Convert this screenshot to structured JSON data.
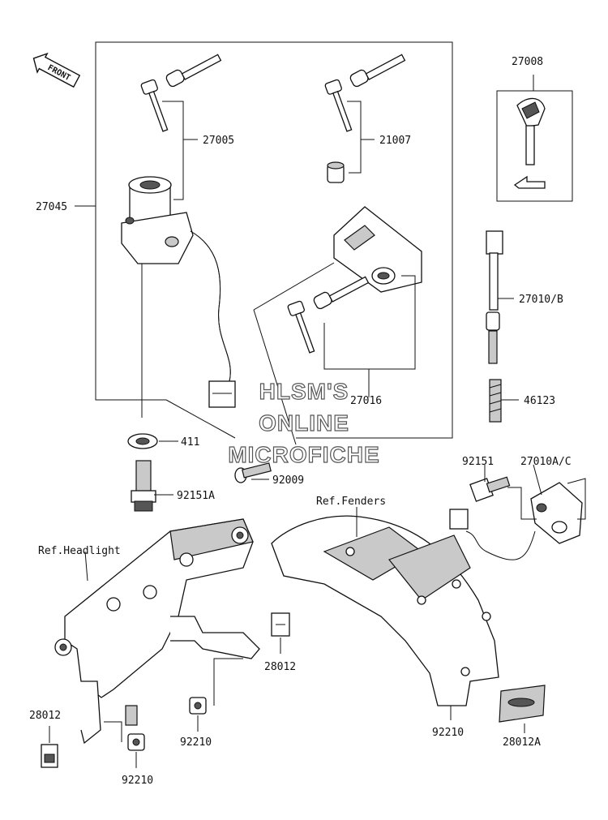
{
  "front_badge": "FRONT",
  "watermark": [
    "HLSM'S",
    "ONLINE",
    "MICROFICHE"
  ],
  "labels": {
    "p27005": "27005",
    "p21007": "21007",
    "p27045": "27045",
    "p27008": "27008",
    "p27010B": "27010/B",
    "p46123": "46123",
    "p27016": "27016",
    "p411": "411",
    "p92009": "92009",
    "p92151A": "92151A",
    "p92151": "92151",
    "p27010AC": "27010A/C",
    "refFenders": "Ref.Fenders",
    "refHeadlight": "Ref.Headlight",
    "p28012_mid": "28012",
    "p28012_left": "28012",
    "p92210_mid": "92210",
    "p92210_left": "92210",
    "p92210_right": "92210",
    "p28012A": "28012A"
  }
}
